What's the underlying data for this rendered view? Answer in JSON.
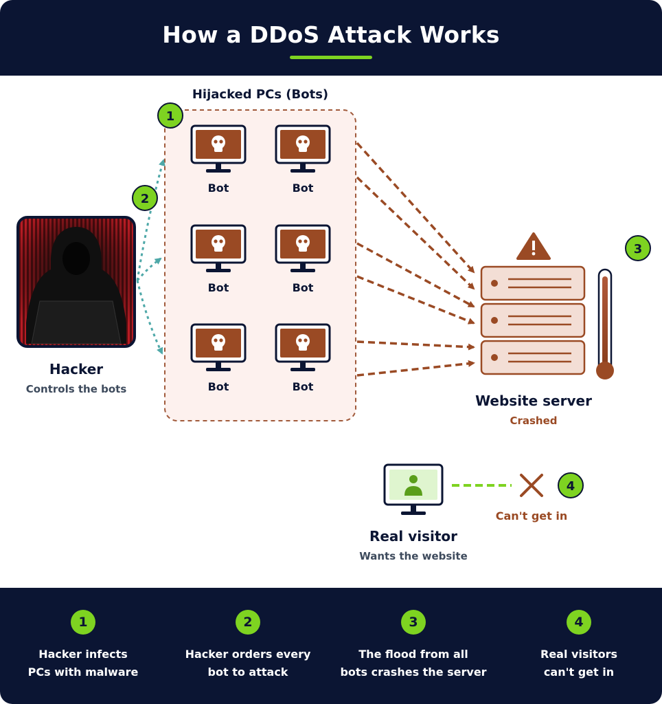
{
  "header": {
    "title": "How a DDoS Attack Works"
  },
  "hacker": {
    "label": "Hacker",
    "sublabel": "Controls the bots"
  },
  "bots_group": {
    "title": "Hijacked PCs (Bots)",
    "bot_label": "Bot",
    "count": 6
  },
  "server": {
    "label": "Website server",
    "status": "Crashed"
  },
  "visitor": {
    "label": "Real visitor",
    "sublabel": "Wants the website",
    "blocked_label": "Can't get in"
  },
  "badges": [
    "1",
    "2",
    "3",
    "4"
  ],
  "footer": {
    "steps": [
      {
        "number": "1",
        "line1": "Hacker infects",
        "line2": "PCs with malware"
      },
      {
        "number": "2",
        "line1": "Hacker orders every",
        "line2": "bot to attack"
      },
      {
        "number": "3",
        "line1": "The flood from all",
        "line2": "bots crashes the server"
      },
      {
        "number": "4",
        "line1": "Real visitors",
        "line2": "can't get in"
      }
    ]
  },
  "colors": {
    "navy": "#0b1533",
    "accent_green": "#7ed321",
    "attack_brown": "#9a4a24",
    "command_teal": "#4ea8a8",
    "server_fill": "#f3ded5"
  },
  "icons": [
    "skull-icon",
    "warning-icon",
    "thermometer-icon",
    "x-icon",
    "person-icon",
    "hooded-hacker-image"
  ]
}
